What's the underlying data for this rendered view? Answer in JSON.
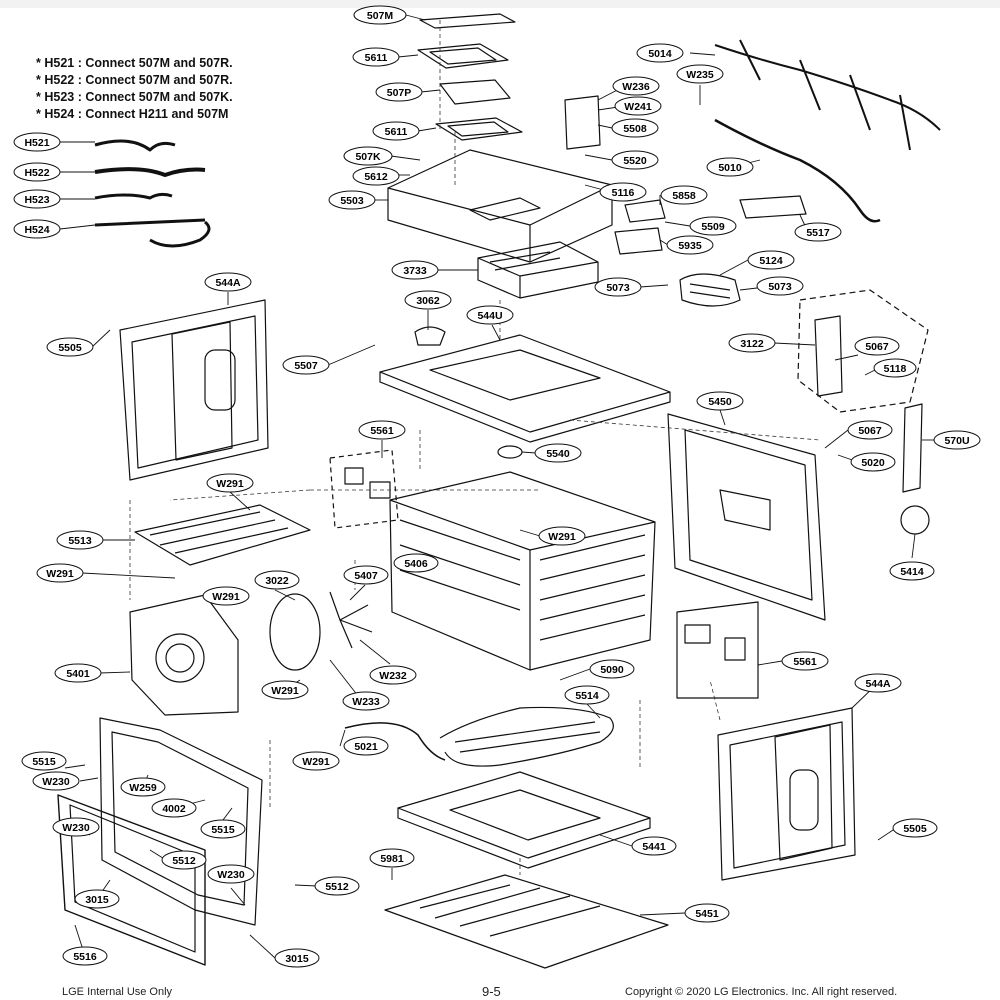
{
  "notes": [
    "* H521 : Connect 507M and 507R.",
    "* H522 : Connect 507M and 507R.",
    "* H523 : Connect 507M and 507K.",
    "* H524 : Connect H211 and 507M"
  ],
  "labels": {
    "l507M": "507M",
    "l5611a": "5611",
    "l507P": "507P",
    "l5611b": "5611",
    "l507K": "507K",
    "l5612": "5612",
    "l5503": "5503",
    "l5520": "5520",
    "l5116": "5116",
    "l5858": "5858",
    "l5509": "5509",
    "l5935": "5935",
    "l5014": "5014",
    "lW235": "W235",
    "lW236": "W236",
    "lW241": "W241",
    "l5508": "5508",
    "l5010": "5010",
    "l5517": "5517",
    "l3733": "3733",
    "l5124": "5124",
    "l5073a": "5073",
    "l5073b": "5073",
    "l3062": "3062",
    "l544U": "544U",
    "l5507": "5507",
    "l3122": "3122",
    "l5067a": "5067",
    "l5118": "5118",
    "l544Aa": "544A",
    "l5505a": "5505",
    "lH521": "H521",
    "lH522": "H522",
    "lH523": "H523",
    "lH524": "H524",
    "l5561a": "5561",
    "l5540": "5540",
    "l5450": "5450",
    "l5067b": "5067",
    "l5020": "5020",
    "l570U": "570U",
    "lW291a": "W291",
    "l5513": "5513",
    "lW291b": "W291",
    "lW291c": "W291",
    "l3022": "3022",
    "l5407": "5407",
    "l5406": "5406",
    "lW291d": "W291",
    "l5414": "5414",
    "l5401": "5401",
    "lW232": "W232",
    "lW291e": "W291",
    "lW233": "W233",
    "l5090": "5090",
    "l5561b": "5561",
    "l544Ab": "544A",
    "l5514": "5514",
    "l5515a": "5515",
    "lW230a": "W230",
    "lW259": "W259",
    "l4002": "4002",
    "l5515b": "5515",
    "lW291f": "W291",
    "l5021": "5021",
    "lW230b": "W230",
    "l5512a": "5512",
    "lW230c": "W230",
    "l3015a": "3015",
    "l5512b": "5512",
    "l5981": "5981",
    "l5441": "5441",
    "l5505b": "5505",
    "l5451": "5451",
    "l5516": "5516",
    "l3015b": "3015"
  },
  "footer": {
    "left": "LGE Internal Use Only",
    "page": "9-5",
    "right": "Copyright © 2020 LG Electronics. Inc. All right reserved."
  }
}
